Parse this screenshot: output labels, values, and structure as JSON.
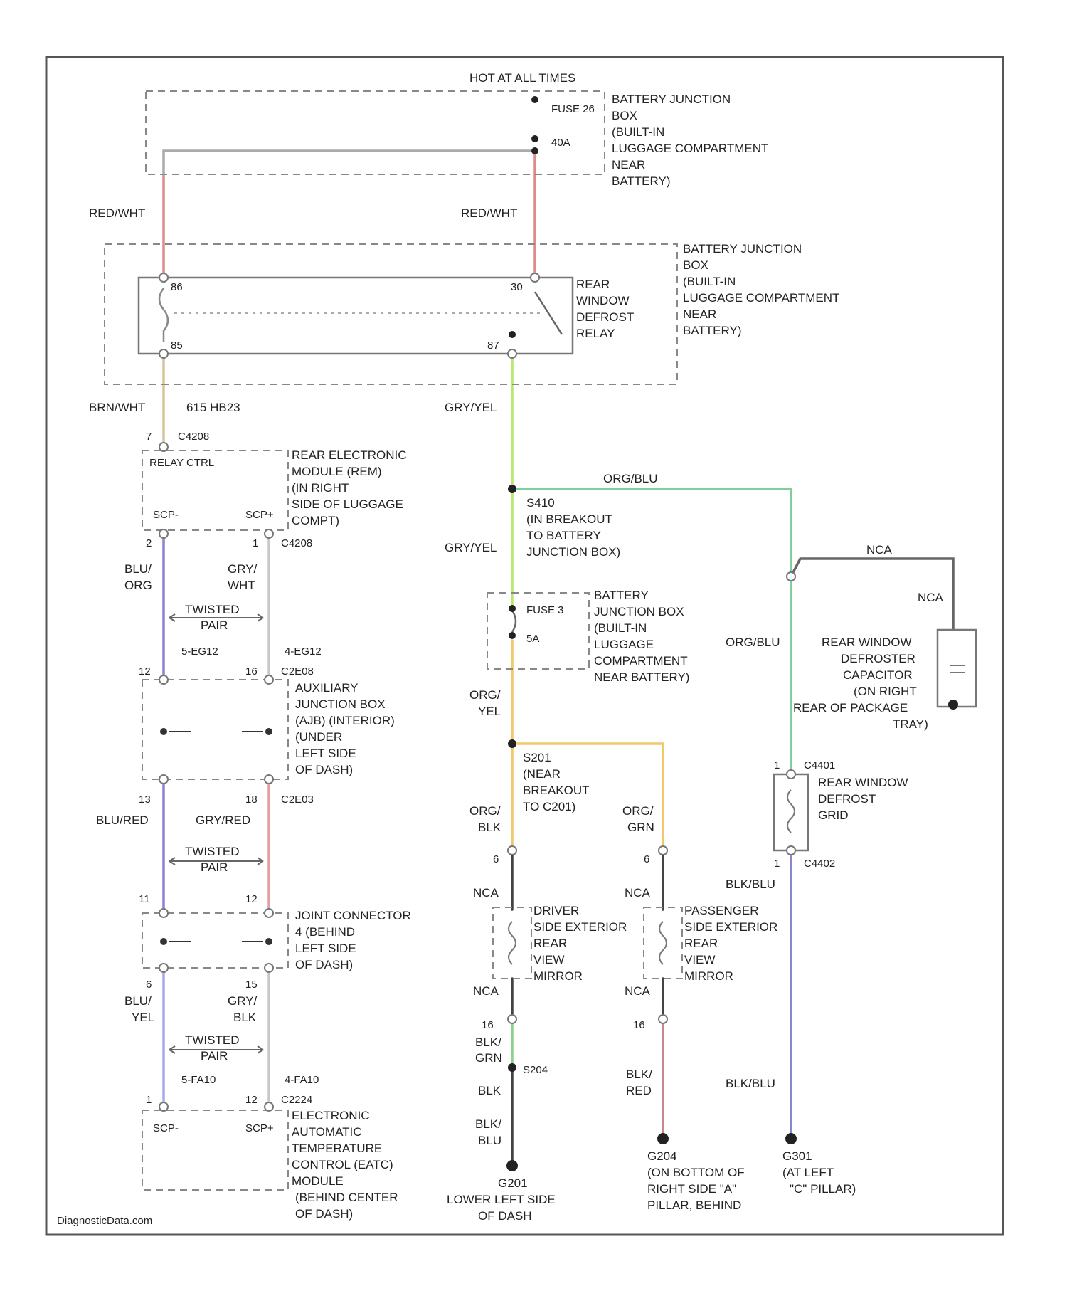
{
  "watermark": "DiagnosticData.com",
  "hot_label": "HOT AT ALL TIMES",
  "colors": {
    "red_wht": "#e08a8a",
    "brn_wht": "#d8c49a",
    "gry_yel": "#b9e86a",
    "org_blu": "#7fcf9a",
    "nca": "#666666",
    "org_yel": "#f2c96a",
    "blu_org": "#8f7fd6",
    "gry_wht": "#c8c8c8",
    "gry_red": "#e4a0a0",
    "blu_yel": "#a8a8e6",
    "blk": "#444444",
    "blk_grn": "#8ed08e",
    "blk_red": "#c98888",
    "blk_blu": "#8888d0"
  },
  "components": {
    "fuse_top": [
      "FUSE 26",
      "40A"
    ],
    "bjb_top": [
      "BATTERY JUNCTION",
      "BOX",
      "(BUILT-IN",
      "LUGGAGE COMPARTMENT",
      "NEAR",
      "BATTERY)"
    ],
    "bjb_relay": [
      "BATTERY JUNCTION",
      "BOX",
      "(BUILT-IN",
      "LUGGAGE COMPARTMENT",
      "NEAR",
      "BATTERY)"
    ],
    "relay": [
      "REAR",
      "WINDOW",
      "DEFROST",
      "RELAY"
    ],
    "relay_pins": [
      "86",
      "30",
      "85",
      "87"
    ],
    "rem": [
      "REAR ELECTRONIC",
      "MODULE (REM)",
      "(IN RIGHT",
      "SIDE OF LUGGAGE",
      "COMPT)"
    ],
    "rem_pins": [
      "RELAY CTRL",
      "SCP-",
      "SCP+"
    ],
    "s410": [
      "S410",
      "(IN BREAKOUT",
      "TO BATTERY",
      "JUNCTION BOX)"
    ],
    "fuse_small": [
      "FUSE 3",
      "5A"
    ],
    "bjb_fuse": [
      "BATTERY",
      "JUNCTION BOX",
      "(BUILT-IN",
      "LUGGAGE",
      "COMPARTMENT",
      "NEAR BATTERY)"
    ],
    "capacitor": [
      "REAR WINDOW",
      "DEFROSTER",
      "CAPACITOR",
      "(ON RIGHT",
      "REAR OF PACKAGE",
      "TRAY)"
    ],
    "ajb": [
      "AUXILIARY",
      "JUNCTION BOX",
      "(AJB) (INTERIOR)",
      "(UNDER",
      "LEFT SIDE",
      "OF DASH)"
    ],
    "s201": [
      "S201",
      "(NEAR",
      "BREAKOUT",
      "TO C201)"
    ],
    "grid": [
      "REAR WINDOW",
      "DEFROST",
      "GRID"
    ],
    "joint": [
      "JOINT CONNECTOR",
      "4 (BEHIND",
      "LEFT SIDE",
      "OF DASH)"
    ],
    "driver_mirror": [
      "DRIVER",
      "SIDE EXTERIOR",
      "REAR",
      "VIEW",
      "MIRROR"
    ],
    "pass_mirror": [
      "PASSENGER",
      "SIDE EXTERIOR",
      "REAR",
      "VIEW",
      "MIRROR"
    ],
    "eatc": [
      "ELECTRONIC",
      "AUTOMATIC",
      "TEMPERATURE",
      "CONTROL (EATC)",
      "MODULE",
      "(BEHIND CENTER",
      "OF DASH)"
    ],
    "eatc_pins": [
      "SCP-",
      "SCP+"
    ],
    "g201": [
      "G201",
      "LOWER LEFT SIDE",
      "OF DASH"
    ],
    "g204": [
      "G204",
      "(ON BOTTOM OF",
      "RIGHT SIDE \"A\"",
      "PILLAR, BEHIND"
    ],
    "g301": [
      "G301",
      "(AT LEFT",
      "\"C\" PILLAR)"
    ],
    "twisted_pair": [
      "TWISTED",
      "PAIR"
    ]
  },
  "wires": {
    "red_wht_l": "RED/WHT",
    "red_wht_r": "RED/WHT",
    "brn_wht": "BRN/WHT",
    "circuit_615": "615 HB23",
    "gry_yel_1": "GRY/YEL",
    "gry_yel_2": "GRY/YEL",
    "org_blu_1": "ORG/BLU",
    "org_blu_2": "ORG/BLU",
    "nca_1": "NCA",
    "nca_2": "NCA",
    "blu_org": [
      "BLU/",
      "ORG"
    ],
    "gry_wht": [
      "GRY/",
      "WHT"
    ],
    "blu_red": "BLU/RED",
    "gry_red": "GRY/RED",
    "blu_yel": [
      "BLU/",
      "YEL"
    ],
    "gry_blk": [
      "GRY/",
      "BLK"
    ],
    "org_yel": [
      "ORG/",
      "YEL"
    ],
    "org_blk": [
      "ORG/",
      "BLK"
    ],
    "org_grn": [
      "ORG/",
      "GRN"
    ],
    "nca_d1": "NCA",
    "nca_d2": "NCA",
    "nca_p1": "NCA",
    "nca_p2": "NCA",
    "blk_grn": [
      "BLK/",
      "GRN"
    ],
    "blk": "BLK",
    "blk_blu_s": [
      "BLK/",
      "BLU"
    ],
    "blk_red": [
      "BLK/",
      "RED"
    ],
    "blk_blu_1": "BLK/BLU",
    "blk_blu_2": "BLK/BLU"
  },
  "connectors": {
    "c4208_top": "C4208",
    "c4208_pin7": "7",
    "c4208_rem": "C4208",
    "rem_pin2": "2",
    "rem_pin1": "1",
    "circ_5": "5-EG12",
    "circ_4": "4-EG12",
    "c2e_pin12": "12",
    "c2e_pin16": "16",
    "c2e_top": "C2E08",
    "c2e_pin13": "13",
    "c2e_pin18": "18",
    "c2e_bot": "C2E03",
    "j_pin11": "11",
    "j_pin12": "12",
    "j_pin6": "6",
    "j_pin15": "15",
    "circ_5b": "5-FA10",
    "circ_4b": "4-FA10",
    "eatc_pin1": "1",
    "eatc_pin12": "12",
    "c2224": "C2224",
    "mirror_d_top": "6",
    "mirror_p_top": "6",
    "mirror_d_bot": "16",
    "mirror_p_bot": "16",
    "s204": "S204",
    "c4401": "C4401",
    "c4401_pin": "1",
    "c4402": "C4402",
    "c4402_pin": "1"
  }
}
